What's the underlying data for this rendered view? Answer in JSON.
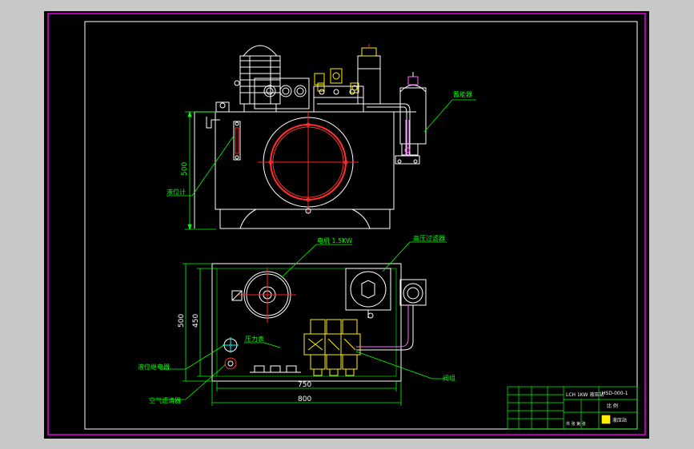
{
  "drawing": {
    "front_view": {
      "dim_height": "500",
      "label_accumulator": "蓄能器",
      "label_level_gauge": "液位计"
    },
    "top_view": {
      "label_motor": "电机 1.5KW",
      "label_high_pressure_filter": "高压过滤器",
      "label_pressure_gauge": "压力表",
      "label_level_relay": "液位继电器",
      "label_air_filter": "空气滤清器",
      "label_valve_group": "阀组",
      "dim_inner_width": "750",
      "dim_outer_width": "800",
      "dim_inner_depth": "450",
      "dim_outer_depth": "500"
    },
    "title_block": {
      "title": "LCH 1KW 液压站",
      "drawing_no": "HSD-000-1",
      "company": "液压站",
      "scale": "比 例",
      "sheet": "共 张 第 张"
    }
  },
  "colors": {
    "frame": "#b000b0",
    "drawing_line": "#ffffff",
    "annotation": "#00ff00",
    "centerline": "#ff2020",
    "valve": "#ffee00",
    "hidden": "#00ffff",
    "pipe": "#ff66ff"
  }
}
